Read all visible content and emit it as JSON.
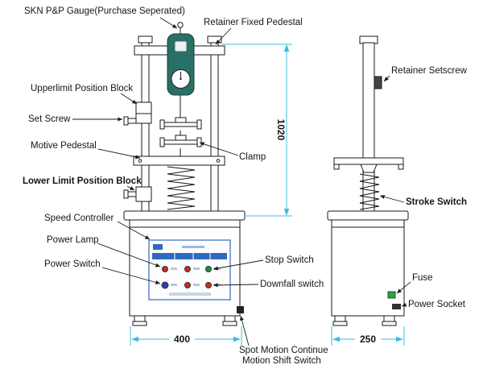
{
  "diagram": {
    "labels": {
      "gauge": "SKN P&P Gauge(Purchase Seperated)",
      "retainer_fixed_pedestal": "Retainer Fixed Pedestal",
      "upper_limit_block": "Upperlimit Position Block",
      "set_screw": "Set Screw",
      "motive_pedestal": "Motive Pedestal",
      "lower_limit_block": "Lower Limit Position Block",
      "speed_controller": "Speed Controller",
      "power_lamp": "Power Lamp",
      "power_switch": "Power Switch",
      "clamp": "Clamp",
      "stop_switch": "Stop Switch",
      "downfall_switch": "Downfall switch",
      "retainer_setscrew": "Retainer Setscrew",
      "stroke_switch": "Stroke Switch",
      "fuse": "Fuse",
      "power_socket": "Power Socket",
      "shift_switch_line1": "Spot Motion  Continue",
      "shift_switch_line2": "Motion Shift Switch"
    },
    "dimensions": {
      "height": "1020",
      "front_width": "400",
      "side_width": "250"
    },
    "colors": {
      "dimension_line": "#3bbcdf",
      "dimension_text": "#b0413a",
      "gauge_body": "#2a6f66",
      "panel_accent": "#2e6bc0",
      "fuse_green": "#2f9e44",
      "button_red": "#cc2a22",
      "button_green": "#1f8f3a",
      "button_blue": "#2343b4"
    }
  }
}
